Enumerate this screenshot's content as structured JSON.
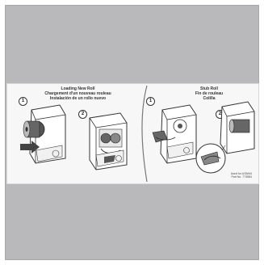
{
  "left_panel": {
    "title_en": "Loading New Roll",
    "title_fr": "Chargement d'un nouveau rouleau",
    "title_es": "Instalación de un rollo nuevo",
    "step1": "1",
    "step2": "2"
  },
  "right_panel": {
    "title_en": "Stub Roll",
    "title_fr": "Fin de rouleau",
    "title_es": "Colilla",
    "step1": "1",
    "step2": "2"
  },
  "part_number": {
    "line1": "Used for UGM44",
    "line2": "Part No. 773584"
  },
  "colors": {
    "background": "#b9b9bb",
    "label": "#f7f7f7",
    "line_art": "#333333",
    "roll": "#555555"
  }
}
